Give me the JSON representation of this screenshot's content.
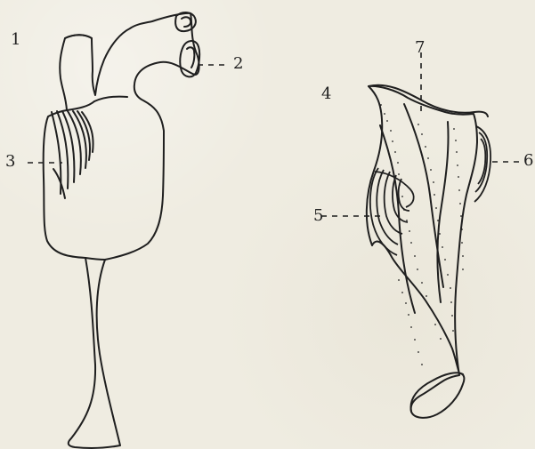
{
  "labels": {
    "figure_left": "1",
    "figure_right": "4",
    "part_2": "2",
    "part_3": "3",
    "part_5": "5",
    "part_6": "6",
    "part_7": "7"
  },
  "colors": {
    "paper": "#efece1",
    "ink": "#1f1f1f"
  }
}
